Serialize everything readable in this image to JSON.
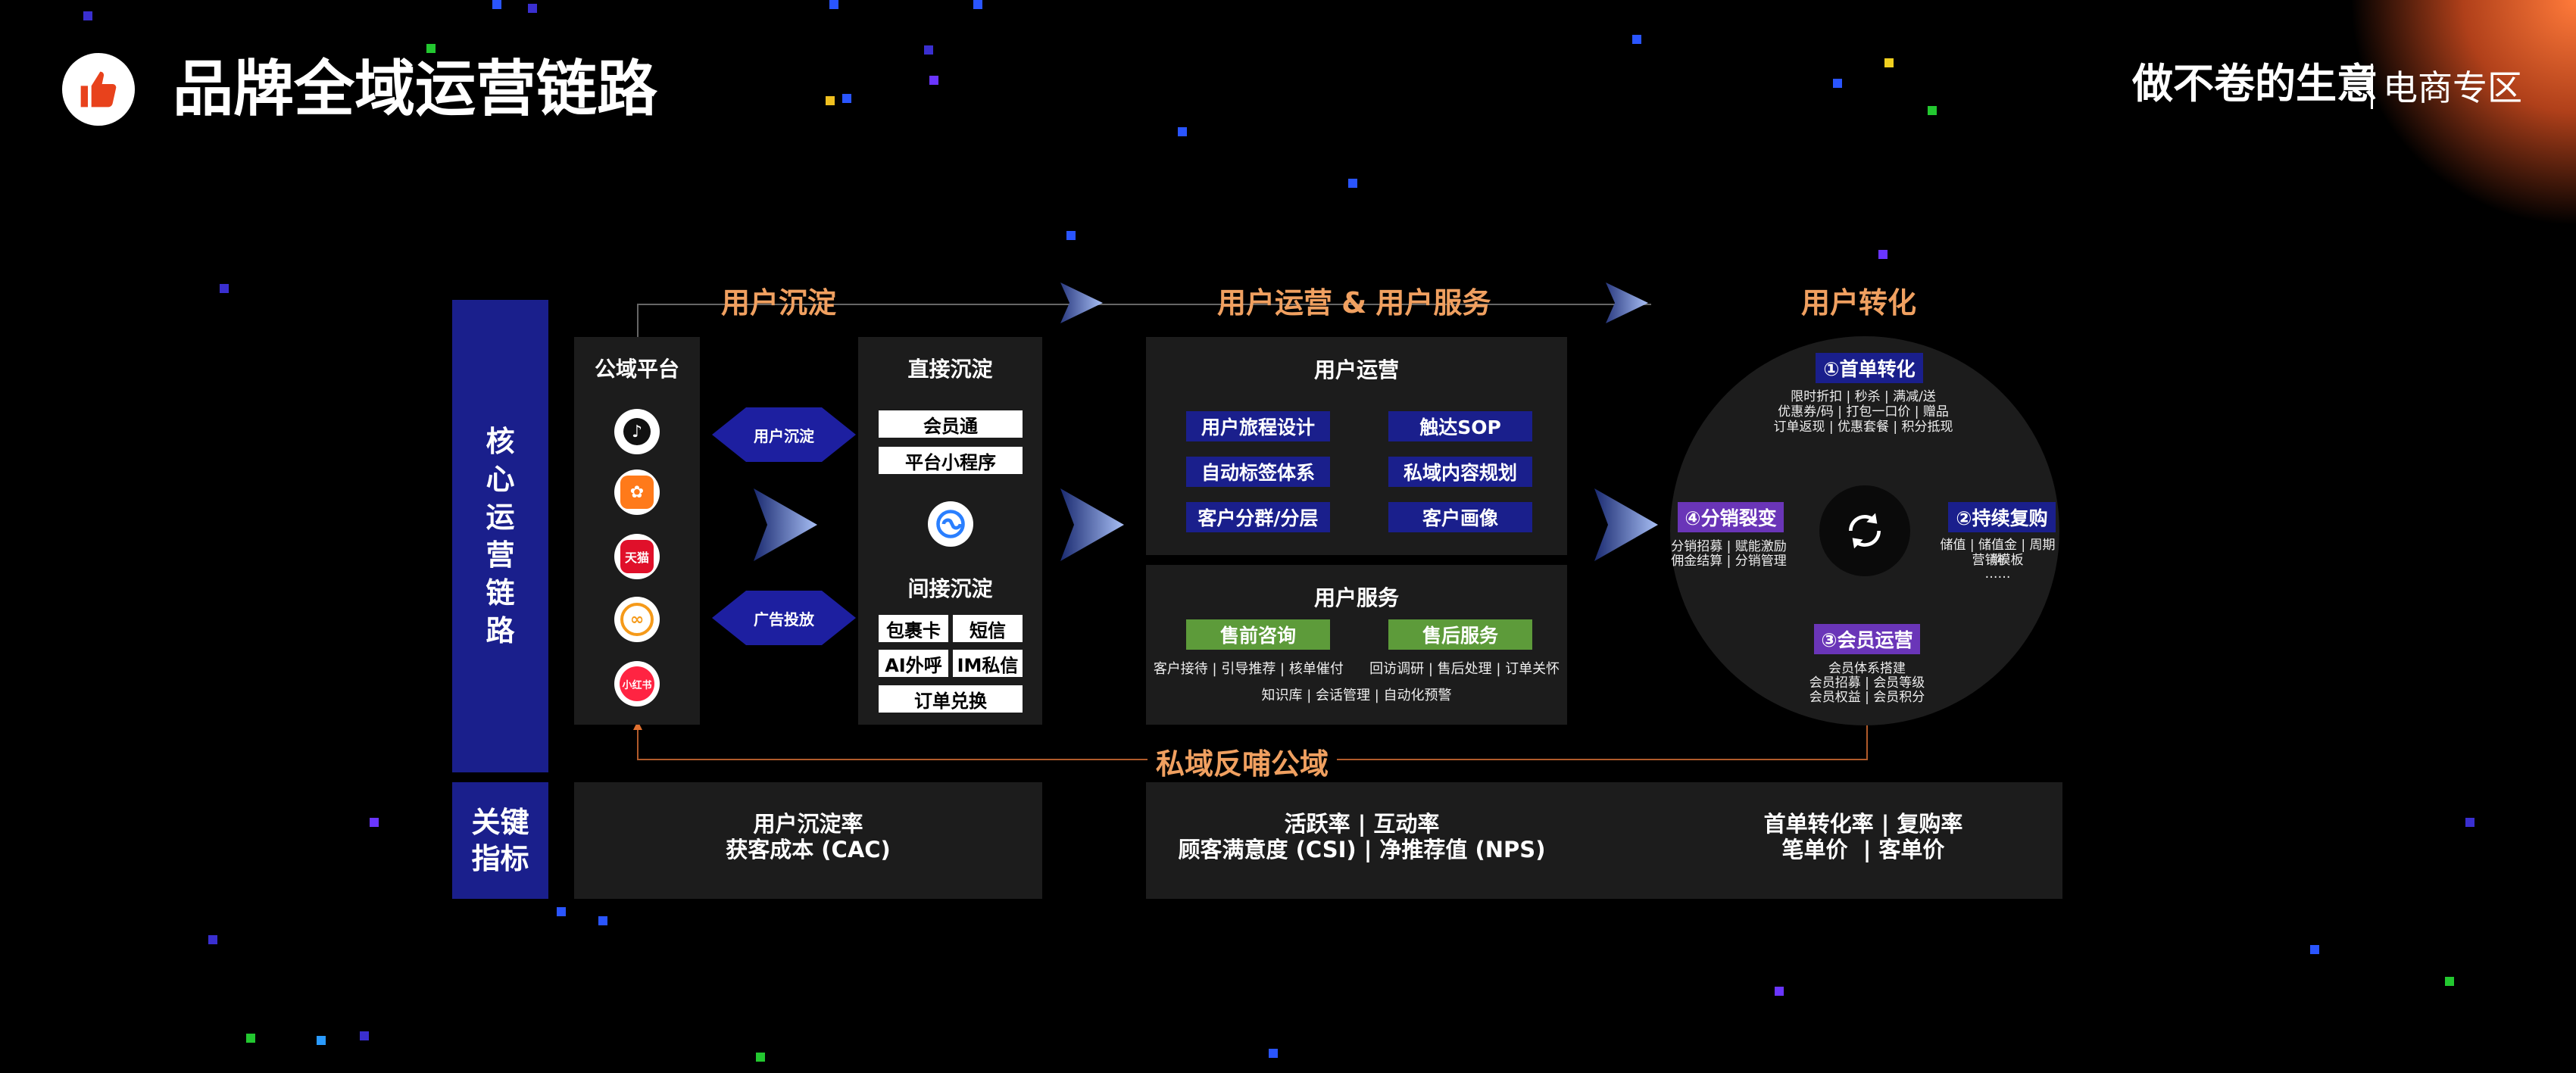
{
  "header": {
    "title": "品牌全域运营链路",
    "brand": "做不卷的生意",
    "section": "电商专区",
    "accent_color": "#e8421c"
  },
  "stages": {
    "s1": "用户沉淀",
    "s2a": "用户运营",
    "s2amp": "&",
    "s2b": "用户服务",
    "s3": "用户转化"
  },
  "side_labels": {
    "core": [
      "核",
      "心",
      "运",
      "营",
      "链",
      "路"
    ],
    "metrics": [
      "关键",
      "指标"
    ]
  },
  "public_domain": {
    "title": "公域平台",
    "icons": [
      "douyin-icon",
      "kuaishou-icon",
      "tmall-icon",
      "jd-icon",
      "xiaohongshu-icon"
    ],
    "tmall_text": "天猫",
    "xhs_text": "小红书"
  },
  "diamonds": {
    "top": "用户沉淀",
    "bottom": "广告投放"
  },
  "direct": {
    "title": "直接沉淀",
    "items": [
      "会员通",
      "平台小程序"
    ]
  },
  "indirect": {
    "title": "间接沉淀",
    "items": [
      "包裹卡",
      "短信",
      "AI外呼",
      "IM私信",
      "订单兑换"
    ]
  },
  "user_ops": {
    "title": "用户运营",
    "items": [
      "用户旅程设计",
      "触达SOP",
      "自动标签体系",
      "私域内容规划",
      "客户分群/分层",
      "客户画像"
    ]
  },
  "user_service": {
    "title": "用户服务",
    "pre": "售前咨询",
    "post": "售后服务",
    "line1": "客户接待 | 引导推荐 | 核单催付      回访调研 | 售后处理 | 订单关怀",
    "line2": "知识库 | 会话管理 | 自动化预警"
  },
  "conversion": {
    "c1": "①首单转化",
    "c1_lines": [
      "限时折扣 | 秒杀 | 满减/送",
      "优惠券/码 | 打包一口价 | 赠品",
      "订单返现 | 优惠套餐  | 积分抵现"
    ],
    "c2": "②持续复购",
    "c2_lines": [
      "储值 | 储值金 | 周期购",
      "营销模板",
      "……"
    ],
    "c3": "③会员运营",
    "c3_lines": [
      "会员体系搭建",
      "会员招募 | 会员等级",
      "会员权益 | 会员积分"
    ],
    "c4": "④分销裂变",
    "c4_lines": [
      "分销招募 | 赋能激励",
      "佣金结算 | 分销管理"
    ]
  },
  "feedback": "私域反哺公域",
  "metrics": {
    "m1": [
      "用户沉淀率",
      "获客成本 (CAC)"
    ],
    "m2": [
      "活跃率 | 互动率",
      "顾客满意度 (CSI) | 净推荐值 (NPS)"
    ],
    "m3": [
      "首单转化率 | 复购率",
      "笔单价  | 客单价"
    ]
  }
}
